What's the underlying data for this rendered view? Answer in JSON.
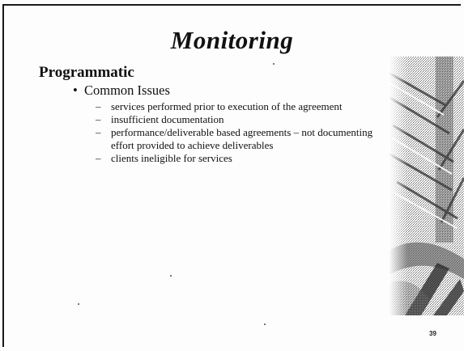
{
  "slide": {
    "title": "Monitoring",
    "heading": "Programmatic",
    "bullet": "Common Issues",
    "sub_items": [
      "services performed prior to execution of the agreement",
      "insufficient documentation",
      "performance/deliverable based agreements – not documenting effort provided to achieve deliverables",
      "clients ineligible for services"
    ],
    "page_number": "39"
  },
  "icons": {
    "bullet": "•",
    "dash": "–"
  }
}
